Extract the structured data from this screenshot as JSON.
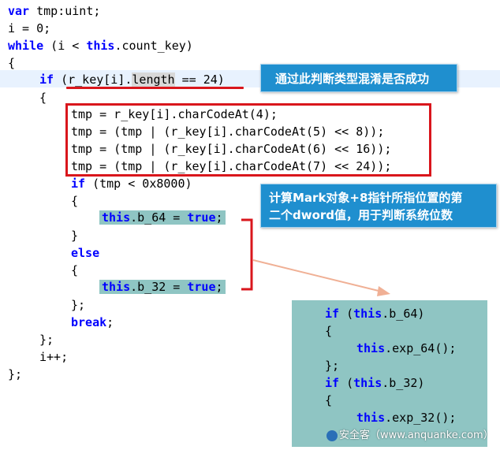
{
  "code": {
    "l1_kw": "var",
    "l1_rest": " tmp:uint;",
    "l2": "i = 0;",
    "l3_kw1": "while",
    "l3_mid": " (i < ",
    "l3_kw2": "this",
    "l3_rest": ".count_key)",
    "l4": "{",
    "l5_kw": "if",
    "l5_a": " (r_key[i].",
    "l5_length": "length",
    "l5_b": " == 24)",
    "l6": "{",
    "l7": "tmp = r_key[i].charCodeAt(4);",
    "l8": "tmp = (tmp | (r_key[i].charCodeAt(5) << 8));",
    "l9": "tmp = (tmp | (r_key[i].charCodeAt(6) << 16));",
    "l10": "tmp = (tmp | (r_key[i].charCodeAt(7) << 24));",
    "l11_kw": "if",
    "l11_rest": " (tmp < 0x8000)",
    "l12": "{",
    "l13_kw1": "this",
    "l13_mid": ".b_64 = ",
    "l13_kw2": "true",
    "l13_end": ";",
    "l14": "}",
    "l15_kw": "else",
    "l16": "{",
    "l17_kw1": "this",
    "l17_mid": ".b_32 = ",
    "l17_kw2": "true",
    "l17_end": ";",
    "l18": "};",
    "l19_kw": "break",
    "l19_end": ";",
    "l20": "};",
    "l21": "i++;",
    "l22": "};"
  },
  "panel": {
    "p1_kw1": "if",
    "p1_mid": " (",
    "p1_kw2": "this",
    "p1_rest": ".b_64)",
    "p2": "{",
    "p3_kw": "this",
    "p3_rest": ".exp_64();",
    "p4": "};",
    "p5_kw1": "if",
    "p5_mid": " (",
    "p5_kw2": "this",
    "p5_rest": ".b_32)",
    "p6": "{",
    "p7_kw": "this",
    "p7_rest": ".exp_32();"
  },
  "callouts": {
    "type_confusion": "通过此判断类型混淆是否成功",
    "compute_line1": "计算Mark对象+8指针所指位置的第",
    "compute_line2": "二个dword值，用于判断系统位数"
  },
  "watermark": "安全客（www.anquanke.com）",
  "colors": {
    "keyword": "#0000ff",
    "highlight_red": "#d9161c",
    "teal": "#8fc5c3",
    "callout_blue": "#1f8fcf",
    "line_highlight": "#e8f2fe"
  }
}
